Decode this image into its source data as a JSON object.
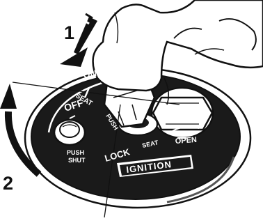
{
  "steps": {
    "push": "1",
    "turn": "2"
  },
  "switch_labels": {
    "on": "ON",
    "off": "OFF",
    "seat_left": "SEAT",
    "seat_right": "SEAT",
    "push": "PUSH",
    "lock": "LOCK",
    "open": "OPEN",
    "push_shut_line1": "PUSH",
    "push_shut_line2": "SHUT",
    "ignition": "IGNITION"
  },
  "colors": {
    "ink": "#111111",
    "paper": "#ffffff",
    "dial": "#1a1a1a"
  }
}
